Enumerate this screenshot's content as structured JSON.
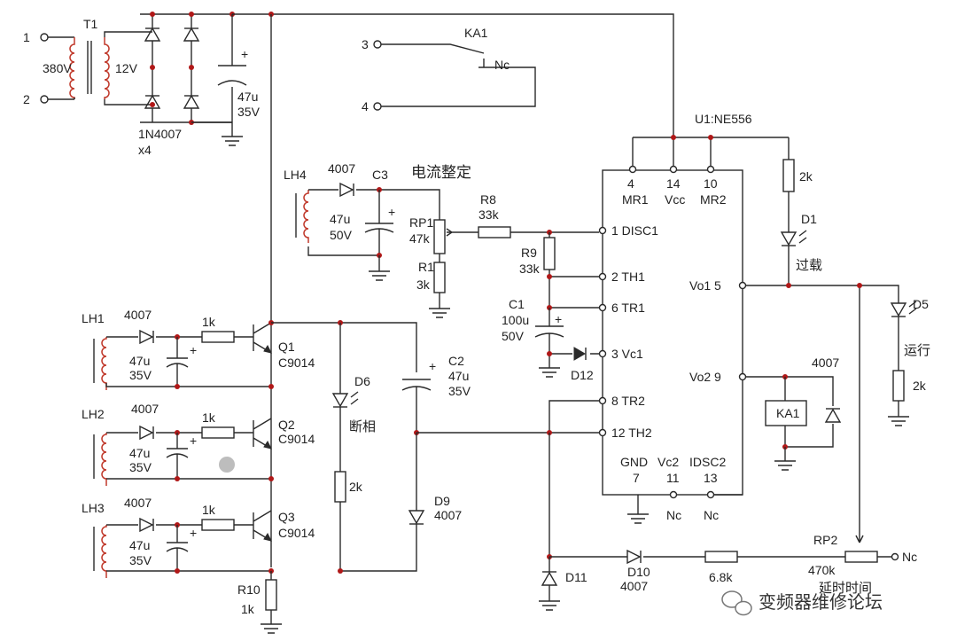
{
  "diagram": {
    "transformer": {
      "name": "T1",
      "primary": "380V",
      "secondary": "12V",
      "pin_a": "1",
      "pin_b": "2"
    },
    "bridge": {
      "part": "1N4007",
      "qty": "x4"
    },
    "cap_supply": {
      "value": "47u",
      "voltage": "35V",
      "polarity": "+"
    },
    "relay_contact": {
      "name": "KA1",
      "pin_a": "3",
      "pin_b": "4",
      "state": "Nc"
    },
    "ic": {
      "name": "U1:NE556"
    },
    "pins": {
      "p4": "4",
      "mr1": "MR1",
      "p14": "14",
      "vcc": "Vcc",
      "p10": "10",
      "mr2": "MR2",
      "disc1": "1 DISC1",
      "th1": "2 TH1",
      "tr1": "6 TR1",
      "vc1": "3 Vc1",
      "tr2": "8 TR2",
      "th2": "12 TH2",
      "gnd": "GND",
      "p7": "7",
      "vc2": "Vc2",
      "p11": "11",
      "idsc2": "IDSC2",
      "p13": "13",
      "nc_11": "Nc",
      "nc_13": "Nc",
      "vo1": "Vo1 5",
      "vo2": "Vo2 9"
    },
    "lh4": {
      "name": "LH4",
      "diode": "4007",
      "cap_name": "C3",
      "cap_value": "47u",
      "cap_voltage": "50V",
      "polarity": "+"
    },
    "current_set": "电流整定",
    "rp1": {
      "name": "RP1",
      "value": "47k"
    },
    "r1": {
      "name": "R1",
      "value": "3k"
    },
    "r8": {
      "name": "R8",
      "value": "33k"
    },
    "r9": {
      "name": "R9",
      "value": "33k"
    },
    "c1": {
      "name": "C1",
      "value": "100u",
      "voltage": "50V",
      "polarity": "+"
    },
    "d12": "D12",
    "channels": [
      {
        "coil": "LH1",
        "diode": "4007",
        "cap": "47u",
        "volt": "35V",
        "res": "1k",
        "q": "Q1",
        "qpart": "C9014"
      },
      {
        "coil": "LH2",
        "diode": "4007",
        "cap": "47u",
        "volt": "35V",
        "res": "1k",
        "q": "Q2",
        "qpart": "C9014"
      },
      {
        "coil": "LH3",
        "diode": "4007",
        "cap": "47u",
        "volt": "35V",
        "res": "1k",
        "q": "Q3",
        "qpart": "C9014"
      }
    ],
    "cap_plus": "+",
    "d6": {
      "name": "D6",
      "label": "断相"
    },
    "r_d6": "2k",
    "c2": {
      "name": "C2",
      "value": "47u",
      "voltage": "35V",
      "polarity": "+"
    },
    "d9": {
      "name": "D9",
      "part": "4007"
    },
    "r10": {
      "name": "R10",
      "value": "1k"
    },
    "r_top": "2k",
    "d1": {
      "name": "D1",
      "label": "过载"
    },
    "d5": {
      "name": "D5",
      "label": "运行"
    },
    "r_d5": "2k",
    "ka1_coil": "KA1",
    "d_ka1": "4007",
    "d11": "D11",
    "d10": {
      "name": "D10",
      "part": "4007"
    },
    "r_68": "6.8k",
    "rp2": {
      "name": "RP2",
      "value": "470k",
      "nc": "Nc"
    },
    "delay_label": "延时时间",
    "watermark": "变频器维修论坛"
  }
}
